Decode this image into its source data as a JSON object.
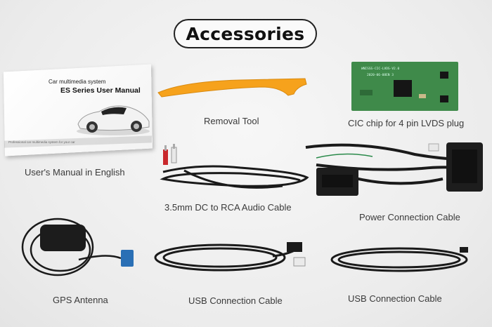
{
  "title": "Accessories",
  "manual": {
    "subtitle": "Car multimedia system",
    "title": "ES Series User Manual",
    "footer": "Professional car multimedia system for your car",
    "label": "User's Manual in English"
  },
  "items": {
    "removal_tool": "Removal Tool",
    "cic_chip": "CIC chip for 4 pin LVDS plug",
    "audio_cable": "3.5mm DC to RCA Audio Cable",
    "power_cable": "Power Connection Cable",
    "gps": "GPS Antenna",
    "usb1": "USB Connection Cable",
    "usb2": "USB Connection Cable"
  },
  "chip": {
    "line1": "WNISSS-CIC-LVDS-V2.0",
    "line2": "2020-06-08EN 3"
  },
  "colors": {
    "tool": "#f6a21c",
    "pcb": "#3f8a4a",
    "cable": "#1a1a1a",
    "connector_blue": "#2a6fb5"
  }
}
